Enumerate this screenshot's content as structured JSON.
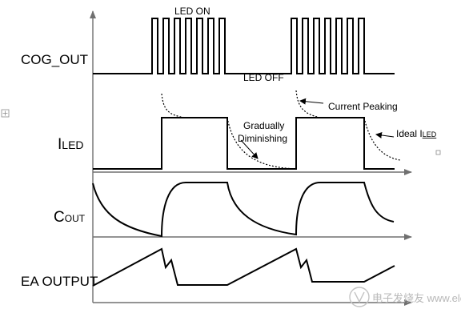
{
  "labels": {
    "cog_out": "COG_OUT",
    "iled_main": "I",
    "iled_sub": "LED",
    "cout_main": "C",
    "cout_sub": "OUT",
    "ea_output": "EA OUTPUT"
  },
  "annotations": {
    "led_on": "LED ON",
    "led_off": "LED OFF",
    "current_peaking": "Current Peaking",
    "gradually": "Gradually",
    "diminishing": "Diminishing",
    "ideal_main": "Ideal I",
    "ideal_sub": "LED"
  },
  "watermark": "电子发烧友 www.elecfans.com",
  "colors": {
    "trace": "#000000",
    "axis": "#707070",
    "watermark": "#b8b8b8"
  }
}
